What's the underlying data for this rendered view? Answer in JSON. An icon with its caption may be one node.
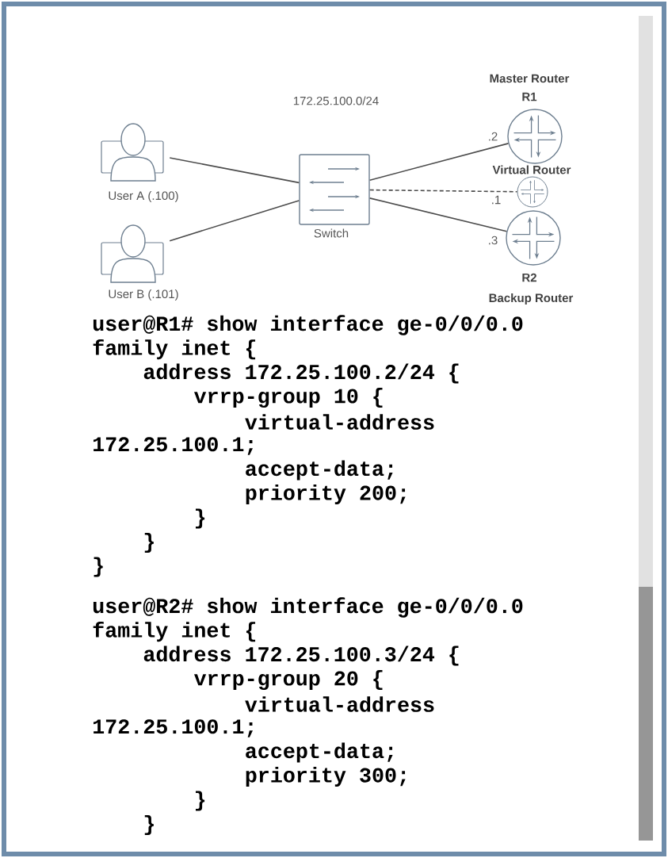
{
  "diagram": {
    "nodes": [
      {
        "text": [
          "User A (.100)"
        ]
      },
      {
        "text": [
          "User B (.101)"
        ]
      },
      {
        "text": [
          "Switch"
        ]
      },
      {
        "text": [
          "Master Router",
          "R1"
        ]
      },
      {
        "text": [
          "Virtual Router"
        ]
      },
      {
        "text": [
          "R2",
          "Backup Router"
        ]
      }
    ],
    "edges": [
      {
        "from": 0,
        "to": 2,
        "arrow": "none"
      },
      {
        "from": 1,
        "to": 2,
        "arrow": "none"
      },
      {
        "from": 2,
        "to": 3,
        "arrow": "none",
        "label": ".2"
      },
      {
        "from": 2,
        "to": 4,
        "arrow": "none",
        "label": ".1",
        "style": "dashed"
      },
      {
        "from": 2,
        "to": 5,
        "arrow": "none",
        "label": ".3"
      }
    ],
    "labels": [
      "172.25.100.0/24",
      "user@R1# show interface ge-0/0/0.0",
      "family inet {",
      "address 172.25.100.2/24 {",
      "vrrp-group 10 {",
      "virtual-address",
      "172.25.100.1;",
      "accept-data;",
      "priority 200;",
      "}",
      "}",
      "}",
      "user@R2# show interface ge-0/0/0.0",
      "family inet {",
      "address 172.25.100.3/24 {",
      "vrrp-group 20 {",
      "virtual-address",
      "172.25.100.1;",
      "accept-data;",
      "priority 300;",
      "}",
      "}"
    ]
  }
}
